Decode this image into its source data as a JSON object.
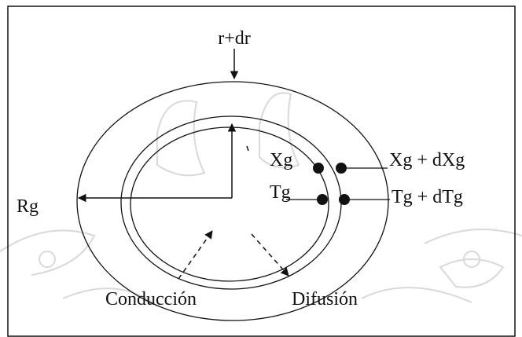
{
  "labels": {
    "outer_radius": "r+dr",
    "particle_radius": "Rg",
    "concentration": "Xg",
    "concentration_delta": "Xg + dXg",
    "temperature": "Tg",
    "temperature_delta": "Tg + dTg",
    "conduction": "Conducción",
    "diffusion": "Difusión"
  },
  "colors": {
    "line": "#111111",
    "background": "#ffffff",
    "watermark": "#d9d9d9"
  }
}
